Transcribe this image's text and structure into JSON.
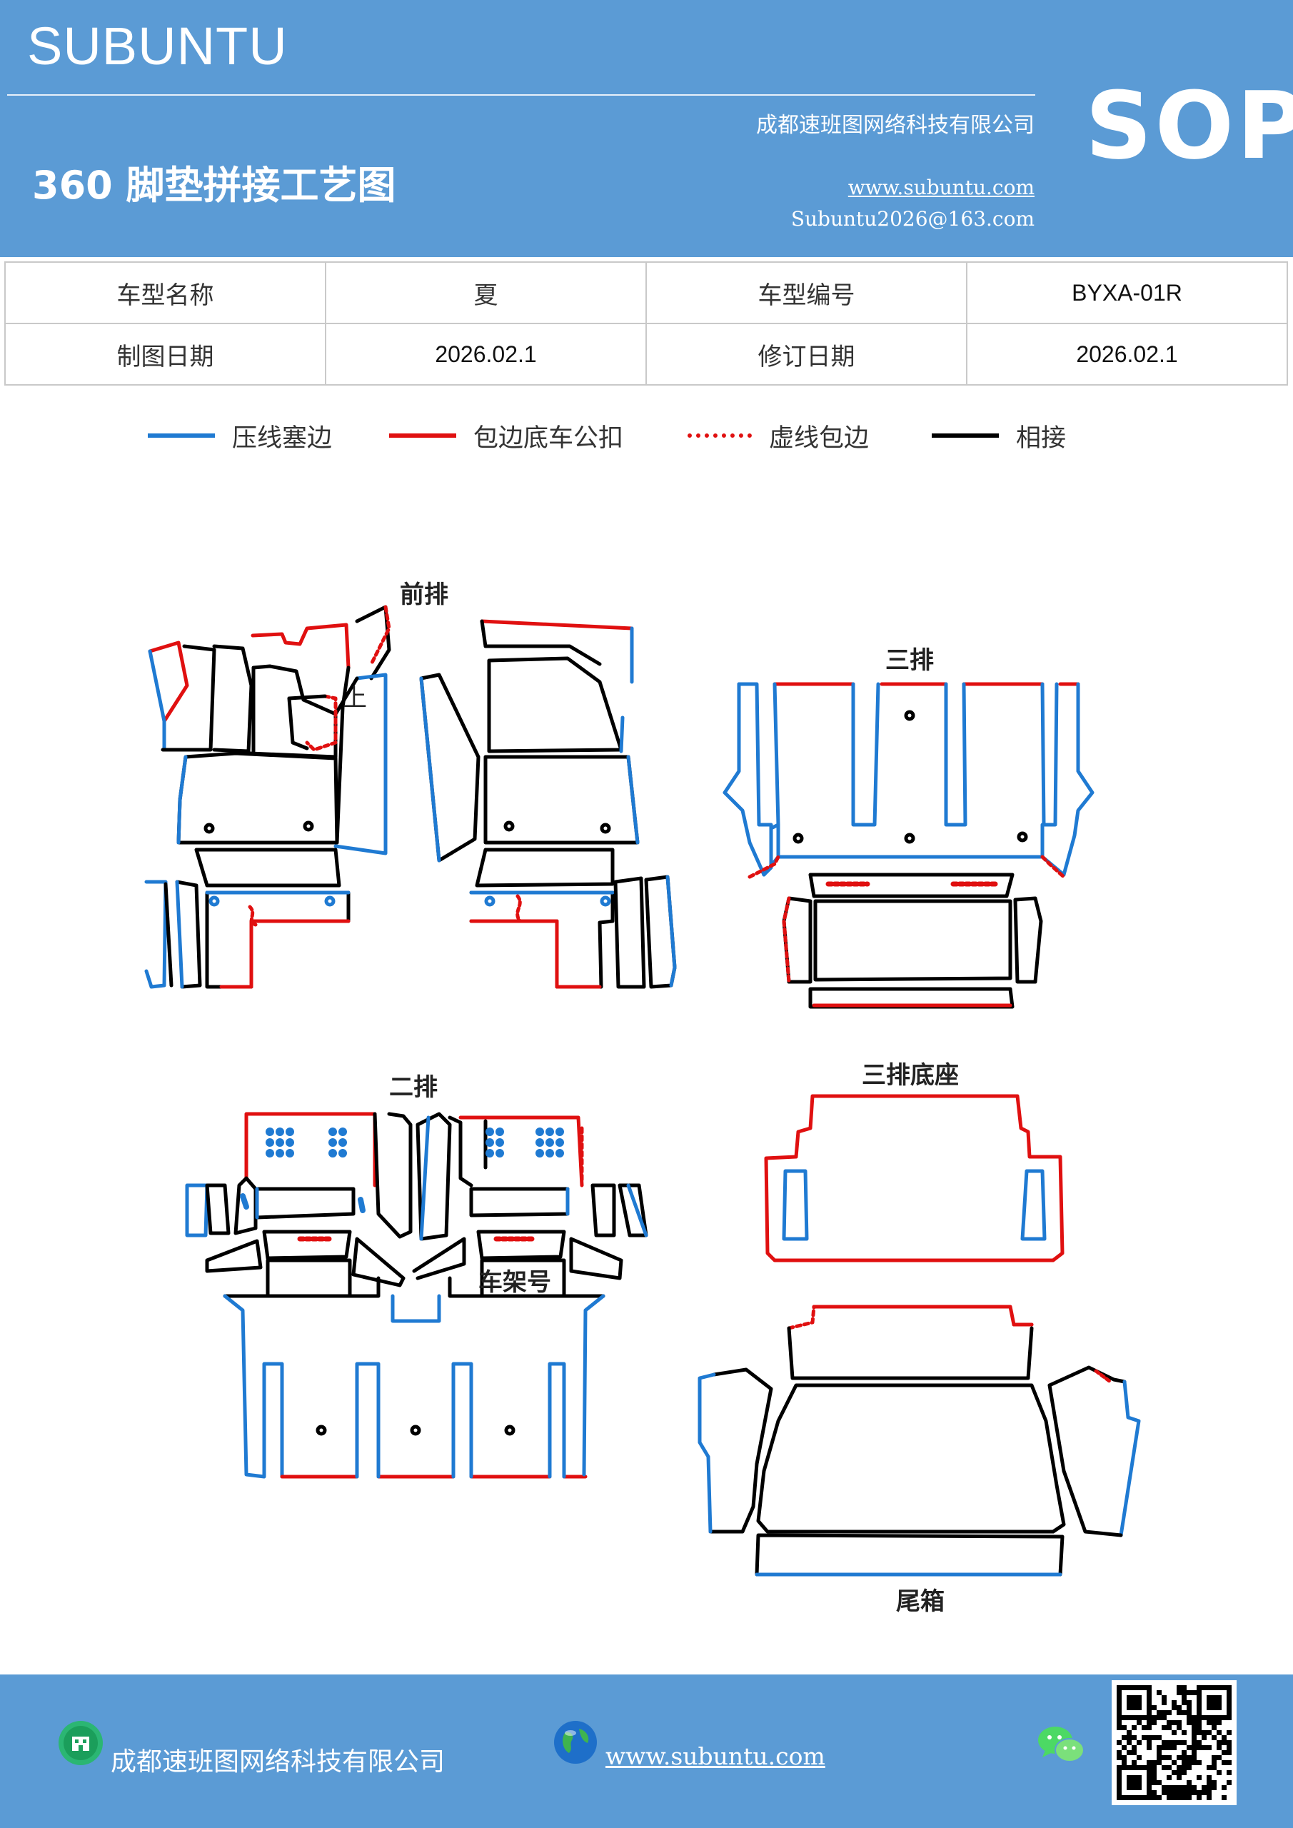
{
  "header": {
    "brand": "SUBUNTU",
    "sop": "SOP",
    "company": "成都速班图网络科技有限公司",
    "title": "360 脚垫拼接工艺图",
    "website": "www.subuntu.com",
    "email": "Subuntu2026@163.com"
  },
  "info_table": {
    "rows": [
      [
        "车型名称",
        "夏",
        "车型编号",
        "BYXA-01R"
      ],
      [
        "制图日期",
        "2026.02.1",
        "修订日期",
        "2026.02.1"
      ]
    ]
  },
  "legend": [
    {
      "label": "压线塞边",
      "color": "#1f7ad2",
      "style": "solid"
    },
    {
      "label": "包边底车公扣",
      "color": "#e01010",
      "style": "solid"
    },
    {
      "label": "虚线包边",
      "color": "#e01010",
      "style": "dotted"
    },
    {
      "label": "相接",
      "color": "#000000",
      "style": "solid"
    }
  ],
  "diagram": {
    "sections": {
      "front": "前排",
      "front_mark": "上",
      "third": "三排",
      "second": "二排",
      "frame_number": "车架号",
      "third_base": "三排底座",
      "trunk": "尾箱"
    }
  },
  "footer": {
    "company": "成都速班图网络科技有限公司",
    "website": "www.subuntu.com "
  },
  "colors": {
    "brand_blue": "#5b9bd5",
    "press_line": "#1f7ad2",
    "edge_red": "#e01010",
    "joint": "#000000"
  },
  "icons": [
    "building-icon",
    "globe-icon",
    "wechat-icon",
    "qr-code"
  ]
}
